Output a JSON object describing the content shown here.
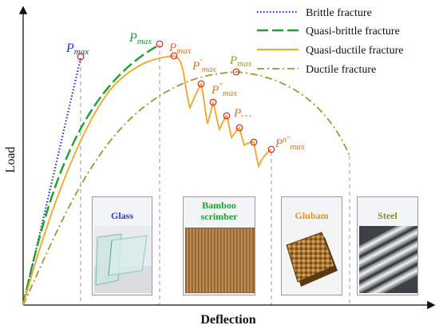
{
  "axes": {
    "ylabel": "Load",
    "xlabel": "Deflection"
  },
  "legend": [
    {
      "label": "Brittle fracture",
      "color": "#1f2fd9",
      "dash": "dotted"
    },
    {
      "label": "Quasi-brittle fracture",
      "color": "#1aa32a",
      "dash": "long-dash"
    },
    {
      "label": "Quasi-ductile fracture",
      "color": "#f5a623",
      "dash": "solid"
    },
    {
      "label": "Ductile fracture",
      "color": "#9a9a2e",
      "dash": "dash-dot"
    }
  ],
  "peaks": {
    "brittle": {
      "base": "P",
      "sub": "max",
      "sup": "",
      "color": "#1f2fd9"
    },
    "quasi_brittle": {
      "base": "P",
      "sub": "max",
      "sup": "",
      "color": "#1aa32a"
    },
    "quasi_ductile": {
      "base": "P",
      "sub": "max",
      "sup": "",
      "color": "#e8701a"
    },
    "ductile": {
      "base": "P",
      "sub": "max",
      "sup": "",
      "color": "#9a9a2e"
    },
    "qd_second": {
      "base": "P",
      "sub": "max",
      "sup": "′",
      "color": "#e8701a"
    },
    "qd_third": {
      "base": "P",
      "sub": "max",
      "sup": "″",
      "color": "#e8701a"
    },
    "qd_ellipsis": {
      "base": "P…",
      "sub": "",
      "sup": "",
      "color": "#e8701a"
    },
    "qd_last": {
      "base": "P",
      "sub": "max",
      "sup": "n″",
      "color": "#e8701a"
    }
  },
  "materials": [
    {
      "name": "Glass",
      "color": "#2a3bd6",
      "photo": "glass"
    },
    {
      "name": "Bamboo scrimber",
      "color": "#1aa32a",
      "photo": "bamboo"
    },
    {
      "name": "Glubam",
      "color": "#e8901a",
      "photo": "glubam"
    },
    {
      "name": "Steel",
      "color": "#8a8a2a",
      "photo": "steel"
    }
  ]
}
